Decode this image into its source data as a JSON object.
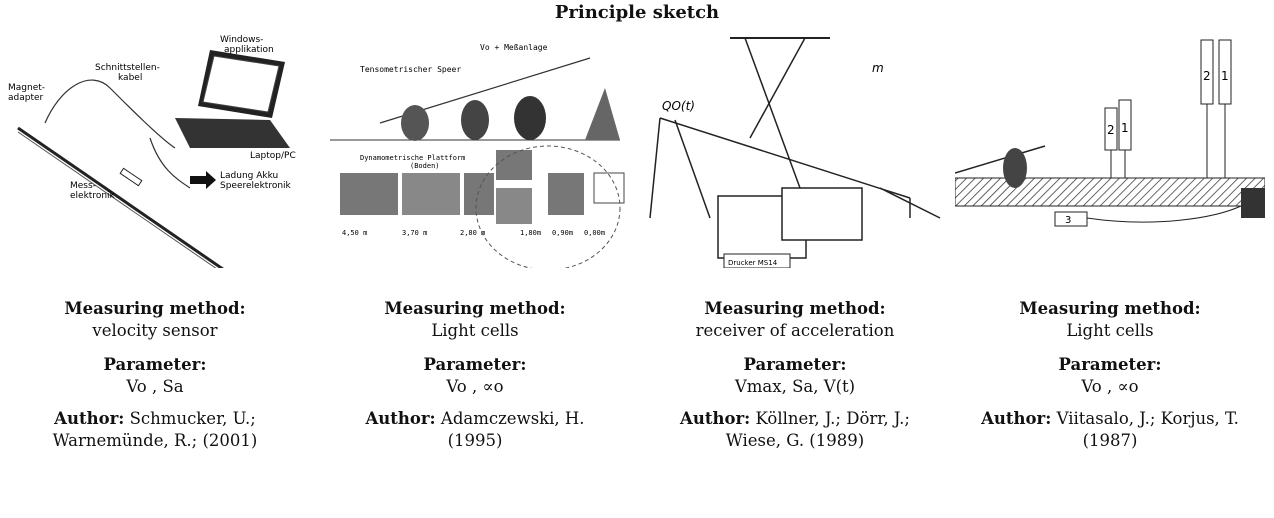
{
  "title": "Principle sketch",
  "labels": {
    "method": "Measuring method:",
    "parameter": "Parameter:",
    "author": "Author:"
  },
  "columns": [
    {
      "method": "velocity sensor",
      "parameter": "Vo , Sa",
      "author_line1": "Schmucker, U.;",
      "author_line2": "Warnemünde, R.; (2001)",
      "sketch_text": {
        "magnet": "Magnet-",
        "adapter": "adapter",
        "kabel1": "Schnittstellen-",
        "kabel2": "kabel",
        "win1": "Windows-",
        "win2": "applikation",
        "laptop": "Laptop/PC",
        "mess1": "Mess-",
        "mess2": "elektronik",
        "ladung1": "Ladung Akku",
        "ladung2": "Speerelektronik"
      }
    },
    {
      "method": "Light cells",
      "parameter": "Vo , ∝o",
      "author_line1": "Adamczewski, H.",
      "author_line2": "(1995)",
      "sketch_text": {
        "top": "Vo + Meßanlage",
        "speer": "Tensometrischer Speer",
        "plate1": "Dynamometrische Plattform",
        "plate2": "(Boden)",
        "d1": "4,50 m",
        "d2": "3,70 m",
        "d3": "2,80 m",
        "d4": "1,80m",
        "d5": "0,90m",
        "d6": "0,00m"
      }
    },
    {
      "method": "receiver of acceleration",
      "parameter": "Vmax, Sa, V(t)",
      "author_line1": "Köllner, J.; Dörr, J.;",
      "author_line2": "Wiese, G. (1989)",
      "sketch_text": {
        "q": "QO(t)",
        "m": "m",
        "drucker": "Drucker MS14"
      }
    },
    {
      "method": "Light cells",
      "parameter": "Vo , ∝o",
      "author_line1": "Viitasalo, J.; Korjus, T.",
      "author_line2": "(1987)",
      "sketch_text": {
        "n2a": "2",
        "n1a": "1",
        "n2b": "2",
        "n1b": "1",
        "n3": "3"
      }
    }
  ]
}
